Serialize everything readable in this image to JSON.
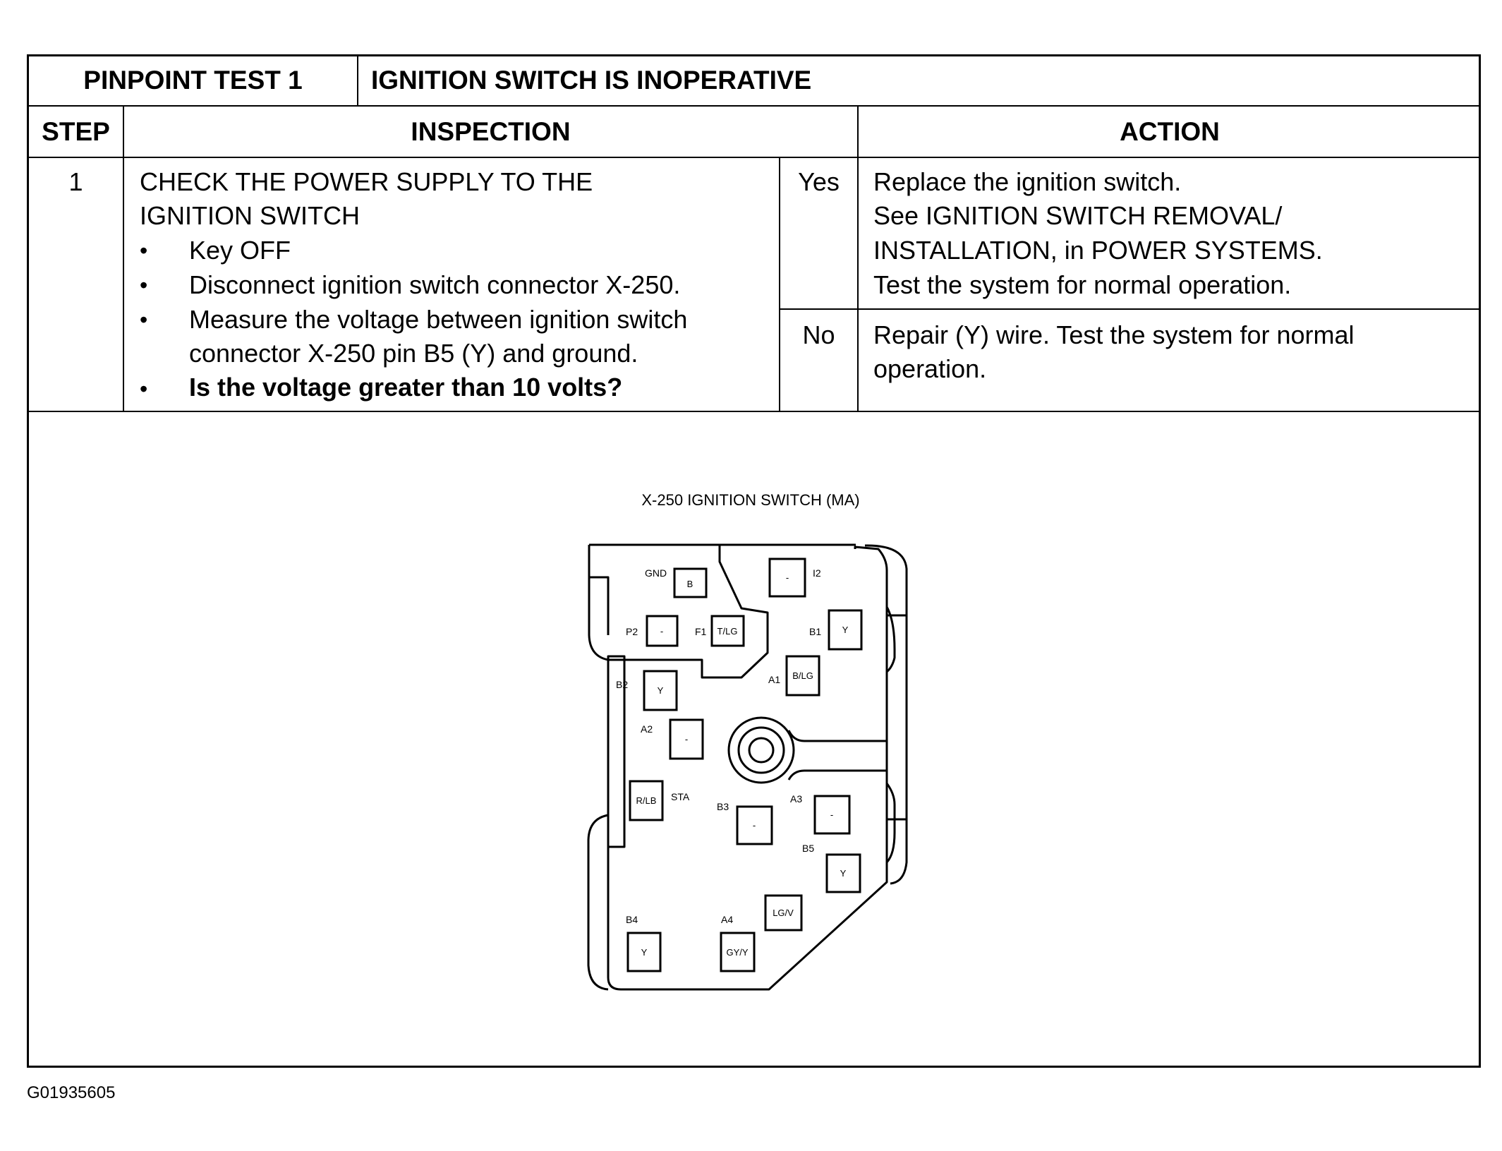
{
  "header": {
    "test_id": "PINPOINT TEST 1",
    "test_title": "IGNITION SWITCH IS INOPERATIVE",
    "col_step": "STEP",
    "col_inspection": "INSPECTION",
    "col_action": "ACTION"
  },
  "step": {
    "number": "1",
    "title_line1": "CHECK THE POWER SUPPLY TO THE",
    "title_line2": "IGNITION SWITCH",
    "bullets": [
      "Key OFF",
      "Disconnect ignition switch connector X-250.",
      "Measure the voltage between ignition switch",
      "connector X-250 pin B5 (Y) and ground.",
      "Is the voltage greater than 10 volts?"
    ]
  },
  "results": [
    {
      "answer": "Yes",
      "lines": [
        "Replace the ignition switch.",
        "See IGNITION SWITCH REMOVAL/",
        "INSTALLATION, in POWER SYSTEMS.",
        "Test the system for normal operation."
      ]
    },
    {
      "answer": "No",
      "lines": [
        "Repair (Y) wire.  Test the system for normal",
        "operation."
      ]
    }
  ],
  "diagram": {
    "title": "X-250 IGNITION SWITCH (MA)",
    "pins": [
      {
        "label": "GND",
        "wire": "B"
      },
      {
        "label": "I2",
        "wire": "-"
      },
      {
        "label": "P2",
        "wire": "-"
      },
      {
        "label": "F1",
        "wire": "T/LG"
      },
      {
        "label": "B1",
        "wire": "Y"
      },
      {
        "label": "A1",
        "wire": "B/LG"
      },
      {
        "label": "B2",
        "wire": "Y"
      },
      {
        "label": "A2",
        "wire": "-"
      },
      {
        "label": "STA",
        "wire": "R/LB"
      },
      {
        "label": "B3",
        "wire": "-"
      },
      {
        "label": "A3",
        "wire": "-"
      },
      {
        "label": "B5",
        "wire": "Y"
      },
      {
        "label": "B4",
        "wire": "Y"
      },
      {
        "label": "A4",
        "wire": "GY/Y"
      },
      {
        "label": "",
        "wire": "LG/V"
      }
    ]
  },
  "footer": {
    "figure_id": "G01935605"
  }
}
